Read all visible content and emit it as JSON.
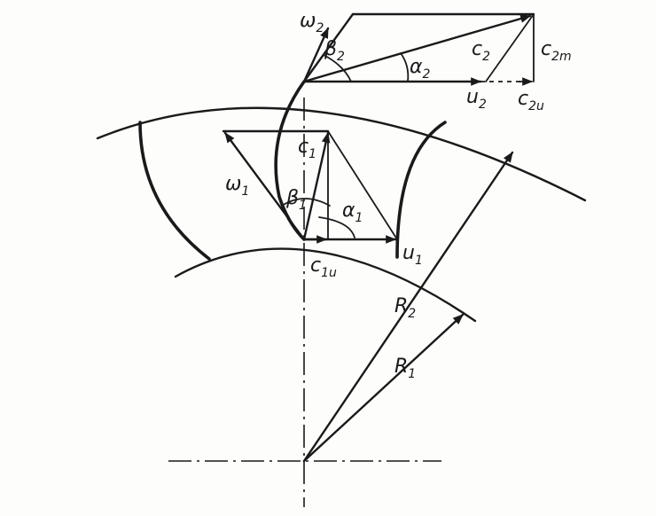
{
  "labels": {
    "w2": {
      "main": "ω",
      "sub": "2"
    },
    "b2": {
      "main": "β",
      "sub": "2"
    },
    "a2": {
      "main": "α",
      "sub": "2"
    },
    "c2": {
      "main": "c",
      "sub": "2"
    },
    "c2m": {
      "main": "c",
      "sub": "2m"
    },
    "u2": {
      "main": "u",
      "sub": "2"
    },
    "c2u": {
      "main": "c",
      "sub": "2u"
    },
    "c1": {
      "main": "c",
      "sub": "1"
    },
    "w1": {
      "main": "ω",
      "sub": "1"
    },
    "b1": {
      "main": "β",
      "sub": "1"
    },
    "a1": {
      "main": "α",
      "sub": "1"
    },
    "u1": {
      "main": "u",
      "sub": "1"
    },
    "c1u": {
      "main": "c",
      "sub": "1u"
    },
    "R2": {
      "main": "R",
      "sub": "2"
    },
    "R1": {
      "main": "R",
      "sub": "1"
    }
  }
}
